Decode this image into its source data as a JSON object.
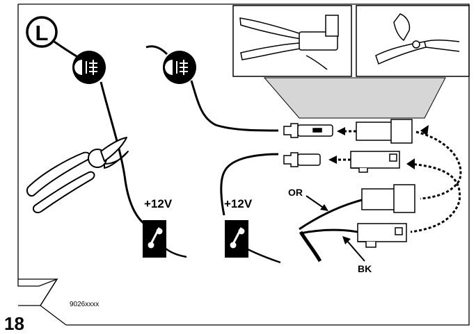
{
  "badge": {
    "letter": "L"
  },
  "labels": {
    "switch_left_voltage": "+12V",
    "switch_right_voltage": "+12V",
    "wire_orange": "OR",
    "wire_black": "BK"
  },
  "footer": {
    "page_number": "18",
    "doc_code": "9026xxxx"
  },
  "icons": {
    "lamp": "fog-light-icon",
    "switch": "switch-icon",
    "pliers": "pliers-icon",
    "stripper": "wire-stripper-icon",
    "crimper": "crimping-tool-icon"
  }
}
